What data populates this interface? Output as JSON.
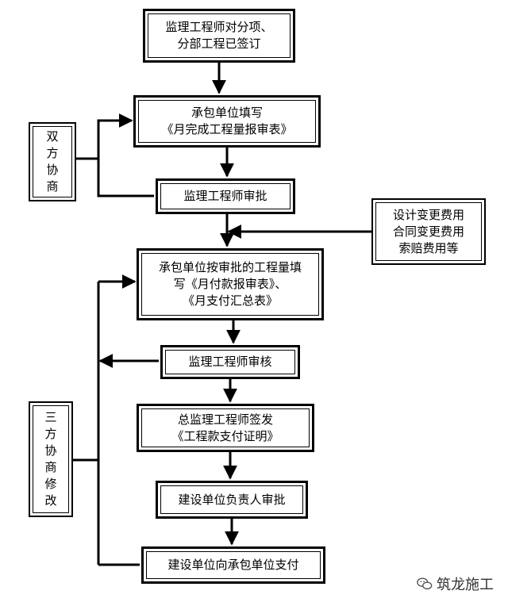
{
  "boxes": {
    "step1": {
      "line1": "监理工程师对分项、",
      "line2": "分部工程已签订"
    },
    "step2": {
      "line1": "承包单位填写",
      "line2": "《月完成工程量报审表》"
    },
    "step3": {
      "line1": "监理工程师审批"
    },
    "step4": {
      "line1": "承包单位按审批的工程量填",
      "line2": "写《月付款报审表》、",
      "line3": "《月支付汇总表》"
    },
    "step5": {
      "line1": "监理工程师审核"
    },
    "step6": {
      "line1": "总监理工程师签发",
      "line2": "《工程款支付证明》"
    },
    "step7": {
      "line1": "建设单位负责人审批"
    },
    "step8": {
      "line1": "建设单位向承包单位支付"
    }
  },
  "side_notes": {
    "bilateral": "双方协商",
    "trilateral": "三方协商修改",
    "costs": {
      "line1": "设计变更费用",
      "line2": "合同变更费用",
      "line3": "索赔费用等"
    }
  },
  "watermark": {
    "text": "筑龙施工"
  }
}
